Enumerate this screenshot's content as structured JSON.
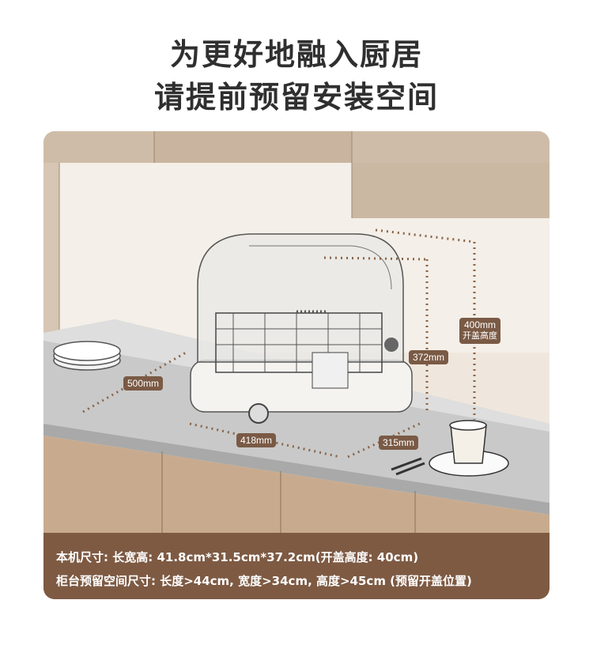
{
  "headline": {
    "line1": "为更好地融入厨居",
    "line2": "请提前预留安装空间"
  },
  "dimensions": {
    "height_open": "400mm",
    "height_open_caption": "开盖高度",
    "height": "372mm",
    "depth_cabinet": "500mm",
    "width": "418mm",
    "depth": "315mm"
  },
  "specs": {
    "machine": "本机尺寸: 长宽高: 41.8cm*31.5cm*37.2cm(开盖高度: 40cm)",
    "cabinet": "柜台预留空间尺寸: 长度>44cm, 宽度>34cm, 高度>45cm (预留开盖位置)"
  },
  "colors": {
    "accent": "#7e5a43",
    "title": "#2f2f2f",
    "dimension_line": "#8a6448"
  },
  "icons": [
    "dish-rack-illustration",
    "plate-stack-icon",
    "cup-on-saucer-icon",
    "tongs-icon"
  ]
}
